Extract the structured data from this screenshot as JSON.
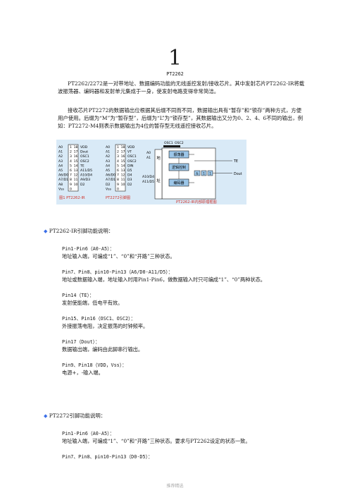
{
  "page_number": "1",
  "title": "PT2262",
  "paragraphs": [
    "PT2262/2272是一对带地址、数据编码功能的无线遥控发射/接收芯片。其中发射芯片PT2262-IR将载波振荡器、编码器和发射单元集成于一身，使发射电路变得非常简洁。",
    "接收芯片PT2272的数据输出位根据其后缀不同而不同，数据输出具有“暂存”和“锁存”两种方式，方便用户使用。后缀为“M”为“暂存型”，后缀为“L”为“锁存型”，其数据输出又分为0、2、4、6不同的输出，例如：PT2272-M4则表示数据输出为4位的暂存型无线遥控接收芯片。"
  ],
  "figure": {
    "left_chip": {
      "left_pins": [
        "A0",
        "A1",
        "A2",
        "A3",
        "A4",
        "A5",
        "A6/D0",
        "A7/D1",
        "A8",
        "Vss"
      ],
      "left_nums": [
        "1",
        "2",
        "3",
        "4",
        "5",
        "6",
        "7",
        "8",
        "9",
        "0"
      ],
      "right_nums": [
        "18",
        "17",
        "16",
        "15",
        "14",
        "13",
        "12",
        "11",
        "10",
        ""
      ],
      "right_pins": [
        "VDD",
        "Dout",
        "OSC1",
        "OSC2",
        "TE",
        "A11/D5",
        "A10/D4",
        "A9/D3",
        "D2",
        ""
      ],
      "caption": "图1 PT2262-IR"
    },
    "right_chip": {
      "left_pins": [
        "A0",
        "A1",
        "A2",
        "A3",
        "A4",
        "A5",
        "A6/D0",
        "A7/D1",
        "D2",
        "Vss"
      ],
      "left_nums": [
        "1",
        "2",
        "3",
        "4",
        "5",
        "6",
        "7",
        "8",
        "9",
        "0"
      ],
      "right_nums": [
        "18",
        "17",
        "16",
        "15",
        "14",
        "13",
        "12",
        "11",
        "10",
        ""
      ],
      "right_pins": [
        "VDD",
        "VT",
        "OSC1",
        "OSC2",
        "DIN",
        "D5",
        "D4",
        "D3",
        "D2",
        ""
      ],
      "caption": "PT2272引脚图"
    },
    "block": {
      "osc_labels": [
        "OSC1",
        "OSC2"
      ],
      "boxes": [
        "振荡器",
        "逻辑控制",
        "编码器"
      ],
      "left_labels": [
        "A0",
        "A1",
        "A10/D4",
        "A11/D5"
      ],
      "side_blocks": [
        "地",
        "址"
      ],
      "gate_labels": [
        "&",
        "1",
        "1"
      ],
      "te_label": "TE",
      "dout_label": "Dout",
      "caption": "PT2262-IR内部原理框图"
    }
  },
  "section1": {
    "heading": "PT2262-IR引脚功能说明：",
    "items": [
      {
        "label": "Pin1-Pin6（A0-A5）：",
        "desc": "地址输入端，可编成“1”、“0”和“开路”三种状态。"
      },
      {
        "label": "Pin7、Pin8、pin10-Pin13（A6/D0-A11/D5）：",
        "desc": "地址或数据输入端，地址输入时用Pin1-Pin6，做数据输入时只可编成“1”、“0”两种状态。"
      },
      {
        "label": "Pin14（TE）：",
        "desc": "发射使能端，低电平有效。"
      },
      {
        "label": "Pin15、Pin16（OSC1、OSC2）：",
        "desc": "外接振荡电阻，决定振荡的时钟频率。"
      },
      {
        "label": "Pin17（Dout）：",
        "desc": "数据输出端，编码由此脚串行输出。"
      },
      {
        "label": "Pin9、Pin18（VDD，Vss）：",
        "desc": "电源+，-输入端。"
      }
    ]
  },
  "section2": {
    "heading": "PT2272引脚功能说明：",
    "items": [
      {
        "label": "Pin1-Pin6（A0-A5）：",
        "desc": "地址输入端，可编成“1”、“0”和“开路”三种状态。要求与PT2262设定的状态一致。"
      },
      {
        "label": "Pin7、Pin8、pin10-Pin13（D0-D5）：",
        "desc": ""
      }
    ]
  },
  "footer": "推荐精选",
  "colors": {
    "accent": "#3a6ee8",
    "figure_bg": "#d9eaf7",
    "caption_red": "#d0342c"
  }
}
